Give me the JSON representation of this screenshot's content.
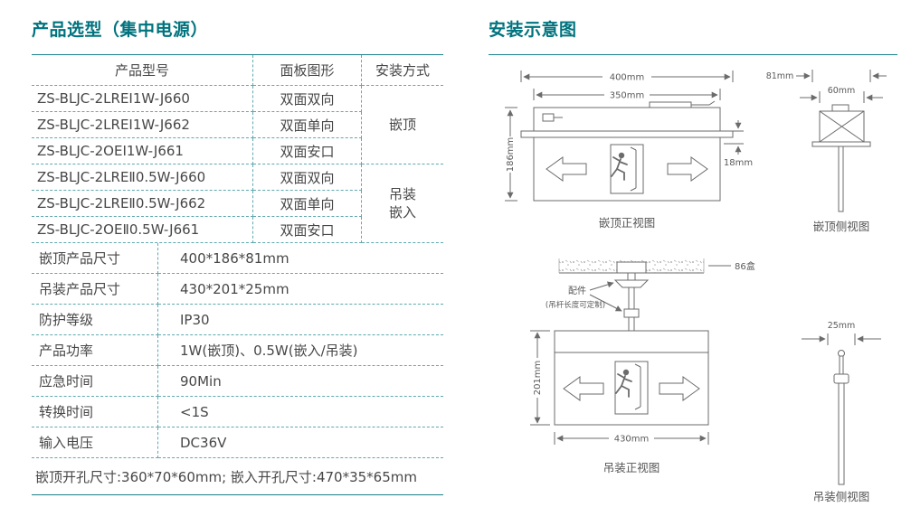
{
  "colors": {
    "accent": "#00737E",
    "solid_line": "#1B808A",
    "dashed_line": "#5FA9AF",
    "body_text": "#474747",
    "diagram_line": "#6B6B6B"
  },
  "left": {
    "title": "产品选型（集中电源）",
    "table": {
      "col_model": "产品型号",
      "col_panel": "面板图形",
      "col_install": "安装方式",
      "rows": [
        {
          "model": "ZS-BLJC-2LREⅠ1W-J660",
          "panel": "双面双向"
        },
        {
          "model": "ZS-BLJC-2LREⅠ1W-J662",
          "panel": "双面单向"
        },
        {
          "model": "ZS-BLJC-2OEⅠ1W-J661",
          "panel": "双面安口"
        },
        {
          "model": "ZS-BLJC-2LREⅡ0.5W-J660",
          "panel": "双面双向"
        },
        {
          "model": "ZS-BLJC-2LREⅡ0.5W-J662",
          "panel": "双面单向"
        },
        {
          "model": "ZS-BLJC-2OEⅡ0.5W-J661",
          "panel": "双面安口"
        }
      ],
      "install_groups": [
        "嵌顶",
        "吊装\n嵌入"
      ]
    },
    "specs": [
      {
        "label": "嵌顶产品尺寸",
        "value": "400*186*81mm"
      },
      {
        "label": "吊装产品尺寸",
        "value": "430*201*25mm"
      },
      {
        "label": "防护等级",
        "value": "IP30"
      },
      {
        "label": "产品功率",
        "value": "1W(嵌顶)、0.5W(嵌入/吊装)"
      },
      {
        "label": "应急时间",
        "value": "90Min"
      },
      {
        "label": "转换时间",
        "value": "<1S"
      },
      {
        "label": "输入电压",
        "value": "DC36V"
      }
    ],
    "footnote": "嵌顶开孔尺寸:360*70*60mm; 嵌入开孔尺寸:470*35*65mm"
  },
  "right": {
    "title": "安装示意图",
    "ceiling_front": {
      "caption": "嵌顶正视图",
      "dim_overall_width": "400mm",
      "dim_inner_width": "350mm",
      "dim_height": "186mm",
      "dim_recess": "18mm"
    },
    "ceiling_side": {
      "caption": "嵌顶侧视图",
      "dim_width": "81mm",
      "dim_box_width": "60mm"
    },
    "hanging_front": {
      "caption": "吊装正视图",
      "dim_height": "201mm",
      "dim_width": "430mm",
      "junction_box_label": "86盒",
      "parts_label": "配件",
      "parts_note": "(吊杆长度可定制)"
    },
    "hanging_side": {
      "caption": "吊装侧视图",
      "dim_width": "25mm"
    }
  }
}
